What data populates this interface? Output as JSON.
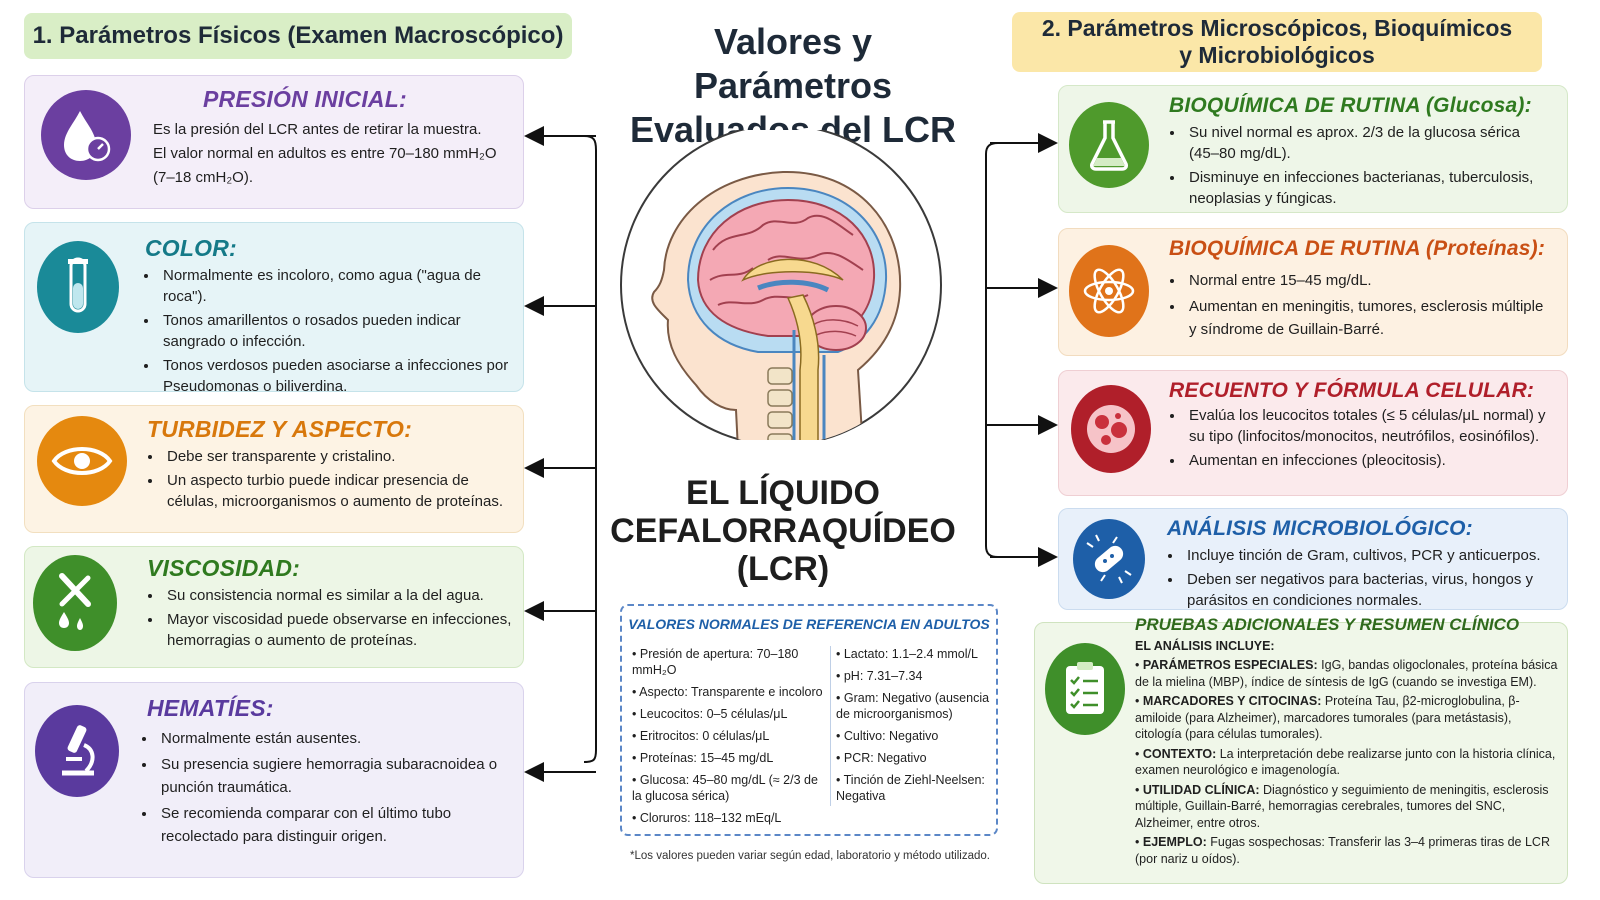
{
  "center": {
    "title_line1": "Valores y Parámetros",
    "title_line2": "Evaluados del LCR",
    "big_line1": "EL LÍQUIDO",
    "big_line2": "CEFALORRAQUÍDEO",
    "big_line3": "(LCR)",
    "footnote": "*Los valores pueden variar según edad, laboratorio y método utilizado."
  },
  "left": {
    "header": "1. Parámetros Físicos (Examen Macroscópico)",
    "cards": [
      {
        "title": "PRESIÓN INICIAL:",
        "icon": "drop-gauge-icon",
        "color": "#6b3fa0",
        "lines": [
          "Es la presión del LCR antes de retirar la muestra.",
          "El valor normal en adultos es entre 70–180 mmH₂O (7–18 cmH₂O)."
        ]
      },
      {
        "title": "COLOR:",
        "icon": "test-tube-icon",
        "color": "#1a8a98",
        "bullets": [
          "Normalmente es incoloro, como agua (\"agua de roca\").",
          "Tonos amarillentos o rosados pueden indicar sangrado o infección.",
          "Tonos verdosos pueden asociarse a infecciones por Pseudomonas o biliverdina."
        ]
      },
      {
        "title": "TURBIDEZ Y ASPECTO:",
        "icon": "eye-icon",
        "color": "#e5890f",
        "bullets": [
          "Debe ser transparente y cristalino.",
          "Un aspecto turbio puede indicar presencia de células, microorganismos o aumento de proteínas."
        ]
      },
      {
        "title": "VISCOSIDAD:",
        "icon": "pipette-drops-icon",
        "color": "#3f8f2a",
        "bullets": [
          "Su consistencia normal es similar a la del agua.",
          "Mayor viscosidad puede observarse en infecciones, hemorragias o aumento de proteínas."
        ]
      },
      {
        "title": "HEMATÍES:",
        "icon": "microscope-icon",
        "color": "#5a3a9e",
        "bullets": [
          "Normalmente están ausentes.",
          "Su presencia sugiere hemorragia subaracnoidea o punción traumática.",
          "Se recomienda comparar con el último tubo recolectado para distinguir origen."
        ]
      }
    ]
  },
  "right": {
    "header_line1": "2. Parámetros Microscópicos, Bioquímicos",
    "header_line2": "y Microbiológicos",
    "cards": [
      {
        "title": "BIOQUÍMICA DE RUTINA (Glucosa):",
        "icon": "flask-icon",
        "color": "#3f8f2a",
        "bullets": [
          "Su nivel normal es aprox. 2/3 de la glucosa sérica (45–80 mg/dL).",
          "Disminuye en infecciones bacterianas, tuberculosis, neoplasias y fúngicas."
        ]
      },
      {
        "title": "BIOQUÍMICA DE RUTINA (Proteínas):",
        "icon": "molecule-icon",
        "color": "#d4571a",
        "bullets": [
          "Normal entre 15–45 mg/dL.",
          "Aumentan en meningitis, tumores, esclerosis múltiple y síndrome de Guillain-Barré."
        ]
      },
      {
        "title": "RECUENTO Y FÓRMULA CELULAR:",
        "icon": "cells-icon",
        "color": "#b01f2a",
        "bullets": [
          "Evalúa los leucocitos totales (≤ 5 células/μL normal) y su tipo (linfocitos/monocitos, neutrófilos, eosinófilos).",
          "Aumentan en infecciones (pleocitosis)."
        ]
      },
      {
        "title": "ANÁLISIS MICROBIOLÓGICO:",
        "icon": "bacteria-icon",
        "color": "#1e5fa8",
        "bullets": [
          "Incluye tinción de Gram, cultivos, PCR y anticuerpos.",
          "Deben ser negativos para bacterias, virus, hongos y parásitos en condiciones normales."
        ]
      }
    ],
    "summary": {
      "title": "PRUEBAS ADICIONALES Y RESUMEN CLÍNICO",
      "icon": "clipboard-checklist-icon",
      "intro": "EL ANÁLISIS INCLUYE:",
      "items": [
        {
          "label": "PARÁMETROS ESPECIALES:",
          "text": "IgG, bandas oligoclonales, proteína básica de la mielina (MBP), índice de síntesis de IgG (cuando se investiga EM)."
        },
        {
          "label": "MARCADORES Y CITOCINAS:",
          "text": "Proteína Tau, β2-microglobulina, β-amiloide (para Alzheimer), marcadores tumorales (para metástasis), citología (para células tumorales)."
        },
        {
          "label": "CONTEXTO:",
          "text": "La interpretación debe realizarse junto con la historia clínica, examen neurológico e imagenología."
        },
        {
          "label": "UTILIDAD CLÍNICA:",
          "text": "Diagnóstico y seguimiento de meningitis, esclerosis múltiple, Guillain-Barré, hemorragias cerebrales, tumores del SNC, Alzheimer, entre otros."
        },
        {
          "label": "EJEMPLO:",
          "text": "Fugas sospechosas: Transferir las 3–4 primeras tiras de LCR (por nariz u oídos)."
        }
      ]
    }
  },
  "reference": {
    "title": "VALORES NORMALES DE REFERENCIA EN ADULTOS",
    "col1": [
      "Presión de apertura: 70–180 mmH₂O",
      "Aspecto: Transparente e incoloro",
      "Leucocitos: 0–5 células/μL",
      "Eritrocitos: 0 células/μL",
      "Proteínas: 15–45 mg/dL",
      "Glucosa: 45–80 mg/dL (≈ 2/3 de la glucosa sérica)",
      "Cloruros: 118–132 mEq/L"
    ],
    "col2": [
      "Lactato: 1.1–2.4 mmol/L",
      "pH: 7.31–7.34",
      "Gram: Negativo (ausencia de microorganismos)",
      "Cultivo: Negativo",
      "PCR: Negativo",
      "Tinción de Ziehl-Neelsen: Negativa"
    ]
  }
}
